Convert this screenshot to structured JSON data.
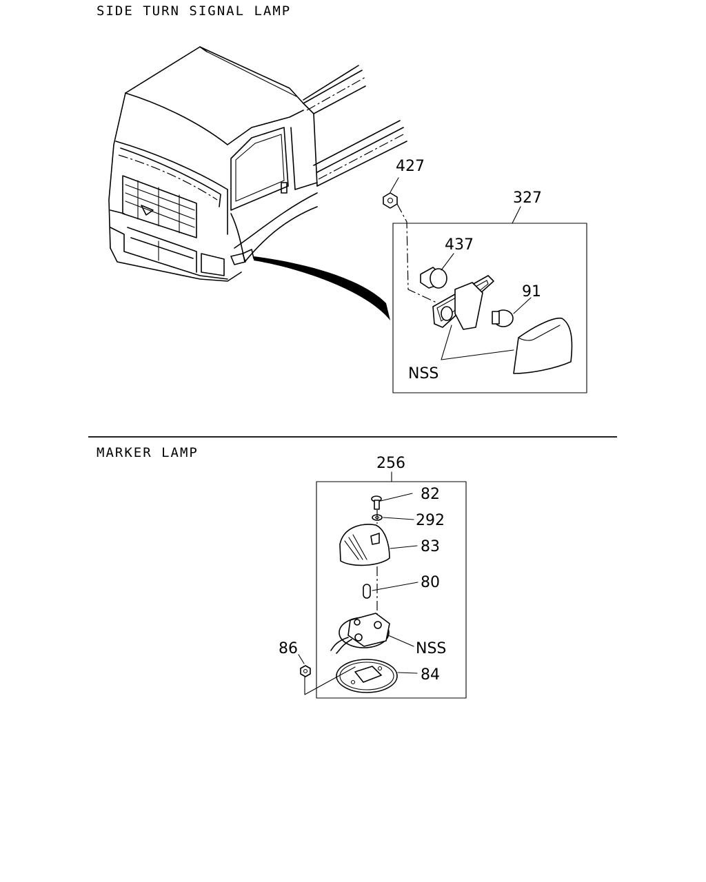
{
  "sections": {
    "side_turn_signal": {
      "title": "SIDE TURN SIGNAL LAMP",
      "callouts": {
        "c427": "427",
        "c327": "327",
        "c437": "437",
        "c91": "91",
        "nss": "NSS"
      }
    },
    "marker_lamp": {
      "title": "MARKER LAMP",
      "callouts": {
        "c256": "256",
        "c82": "82",
        "c292": "292",
        "c83": "83",
        "c80": "80",
        "c86": "86",
        "nss": "NSS",
        "c84": "84"
      }
    }
  }
}
